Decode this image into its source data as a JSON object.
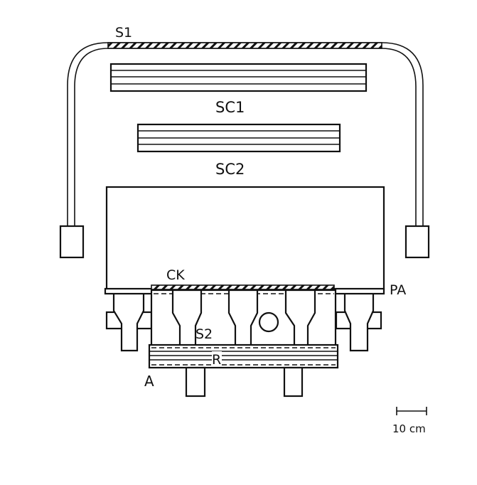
{
  "labels": {
    "s1": "S1",
    "sc1": "SC1",
    "sc2": "SC2",
    "ck": "CK",
    "pa": "PA",
    "s2": "S2",
    "r": "R",
    "a": "A"
  },
  "scale_bar": {
    "label": "10 cm"
  }
}
